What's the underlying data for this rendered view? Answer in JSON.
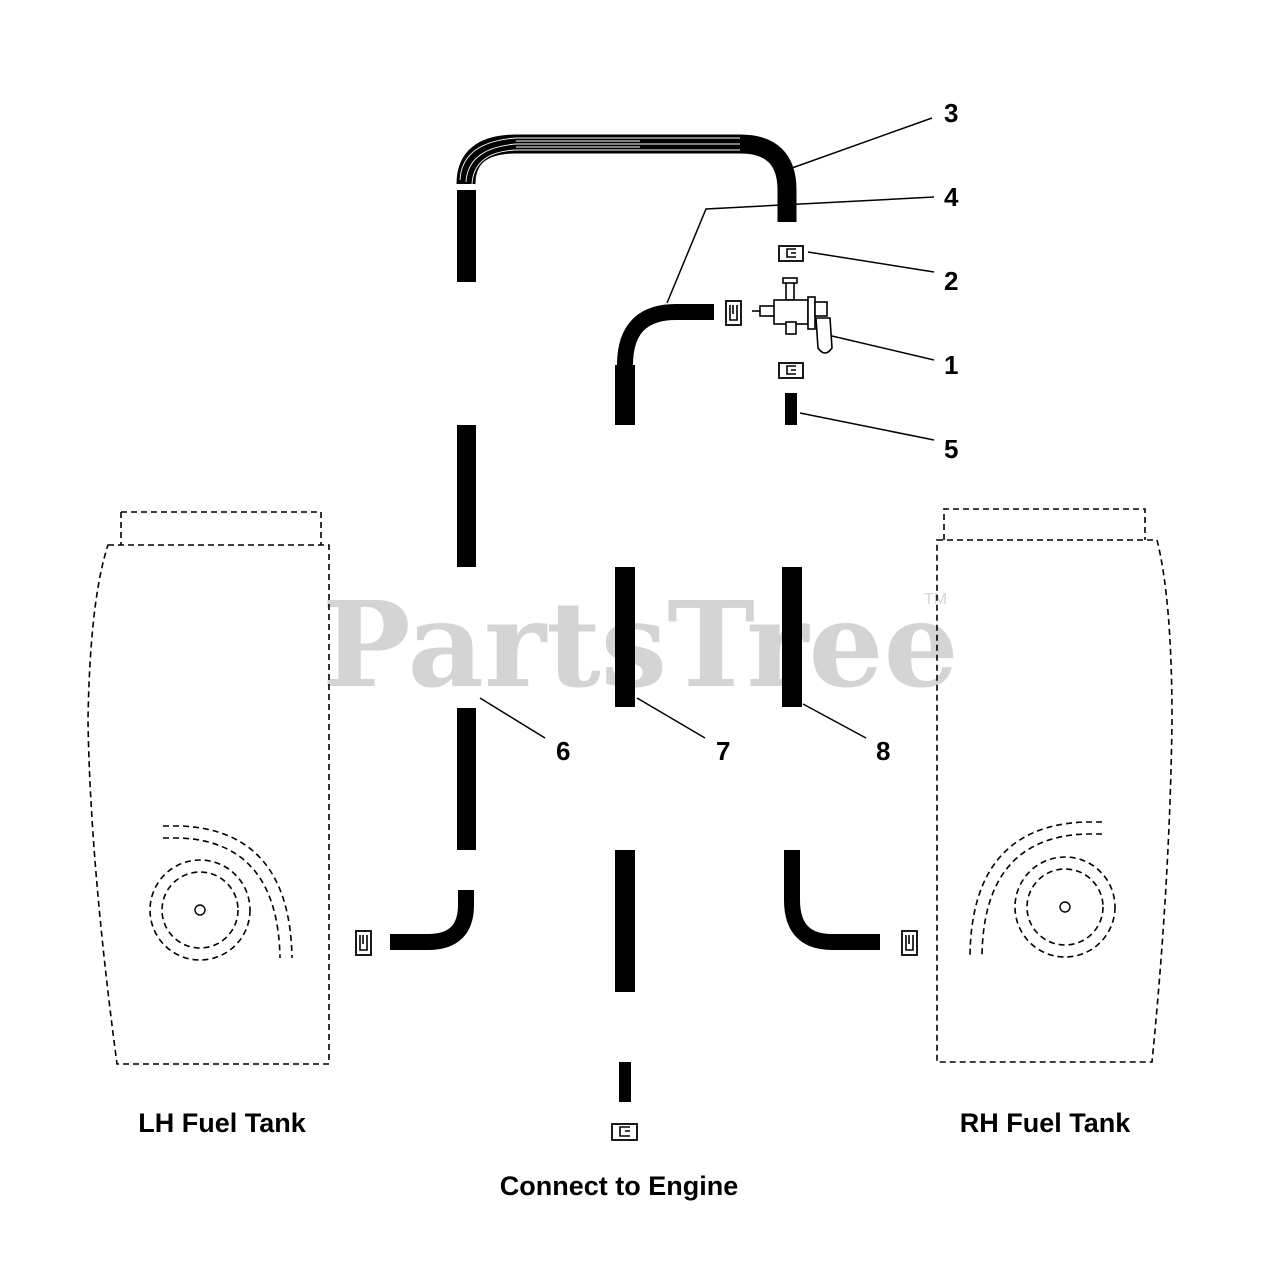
{
  "watermark": {
    "text": "PartsTree",
    "tm": "TM"
  },
  "callouts": {
    "c1": "1",
    "c2": "2",
    "c3": "3",
    "c4": "4",
    "c5": "5",
    "c6": "6",
    "c7": "7",
    "c8": "8"
  },
  "captions": {
    "lh_tank": "LH Fuel Tank",
    "rh_tank": "RH Fuel Tank",
    "engine": "Connect to Engine"
  }
}
